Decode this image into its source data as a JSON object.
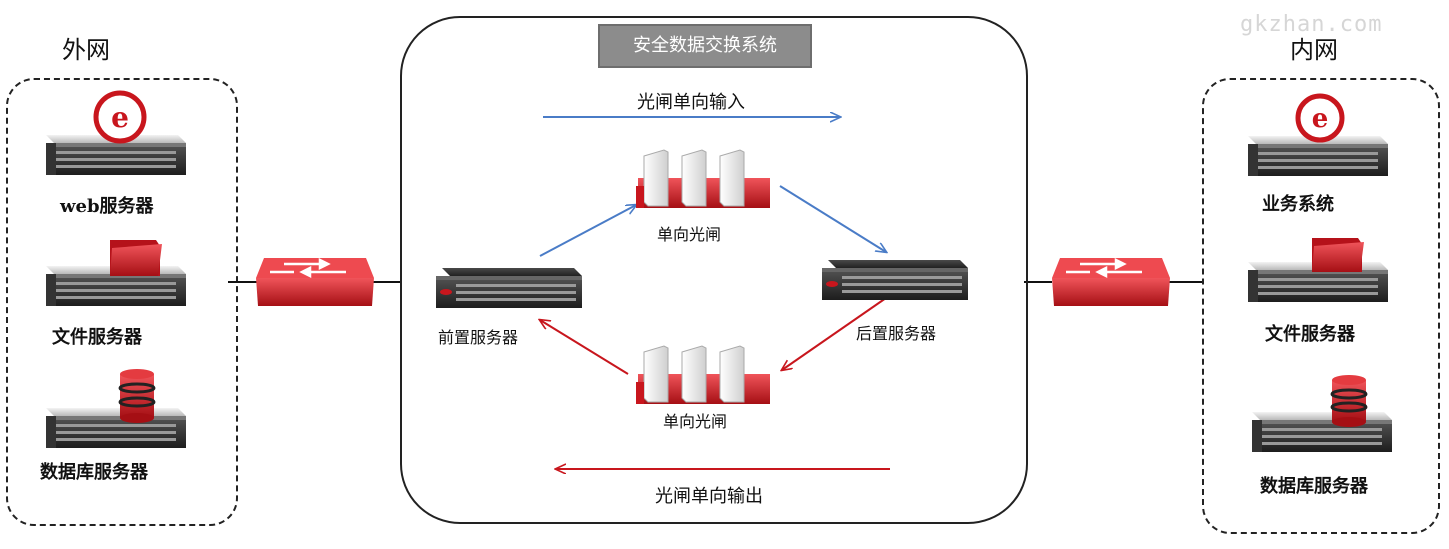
{
  "watermark": "gkzhan.com",
  "outer_network": {
    "title": "外网",
    "items": [
      {
        "label": "web服务器",
        "icon": "ie-server-icon"
      },
      {
        "label": "文件服务器",
        "icon": "folder-server-icon"
      },
      {
        "label": "数据库服务器",
        "icon": "database-server-icon"
      }
    ]
  },
  "inner_network": {
    "title": "内网",
    "items": [
      {
        "label": "业务系统",
        "icon": "ie-server-icon"
      },
      {
        "label": "文件服务器",
        "icon": "folder-server-icon"
      },
      {
        "label": "数据库服务器",
        "icon": "database-server-icon"
      }
    ]
  },
  "exchange_system": {
    "title": "安全数据交换系统",
    "input_flow": "光闸单向输入",
    "output_flow": "光闸单向输出",
    "front_server": "前置服务器",
    "rear_server": "后置服务器",
    "gate_top": "单向光闸",
    "gate_bottom": "单向光闸"
  },
  "colors": {
    "input_arrow": "#4a7cc7",
    "output_arrow": "#c8161d",
    "device_red": "#d7262b",
    "title_bg": "#8c8c8c"
  }
}
